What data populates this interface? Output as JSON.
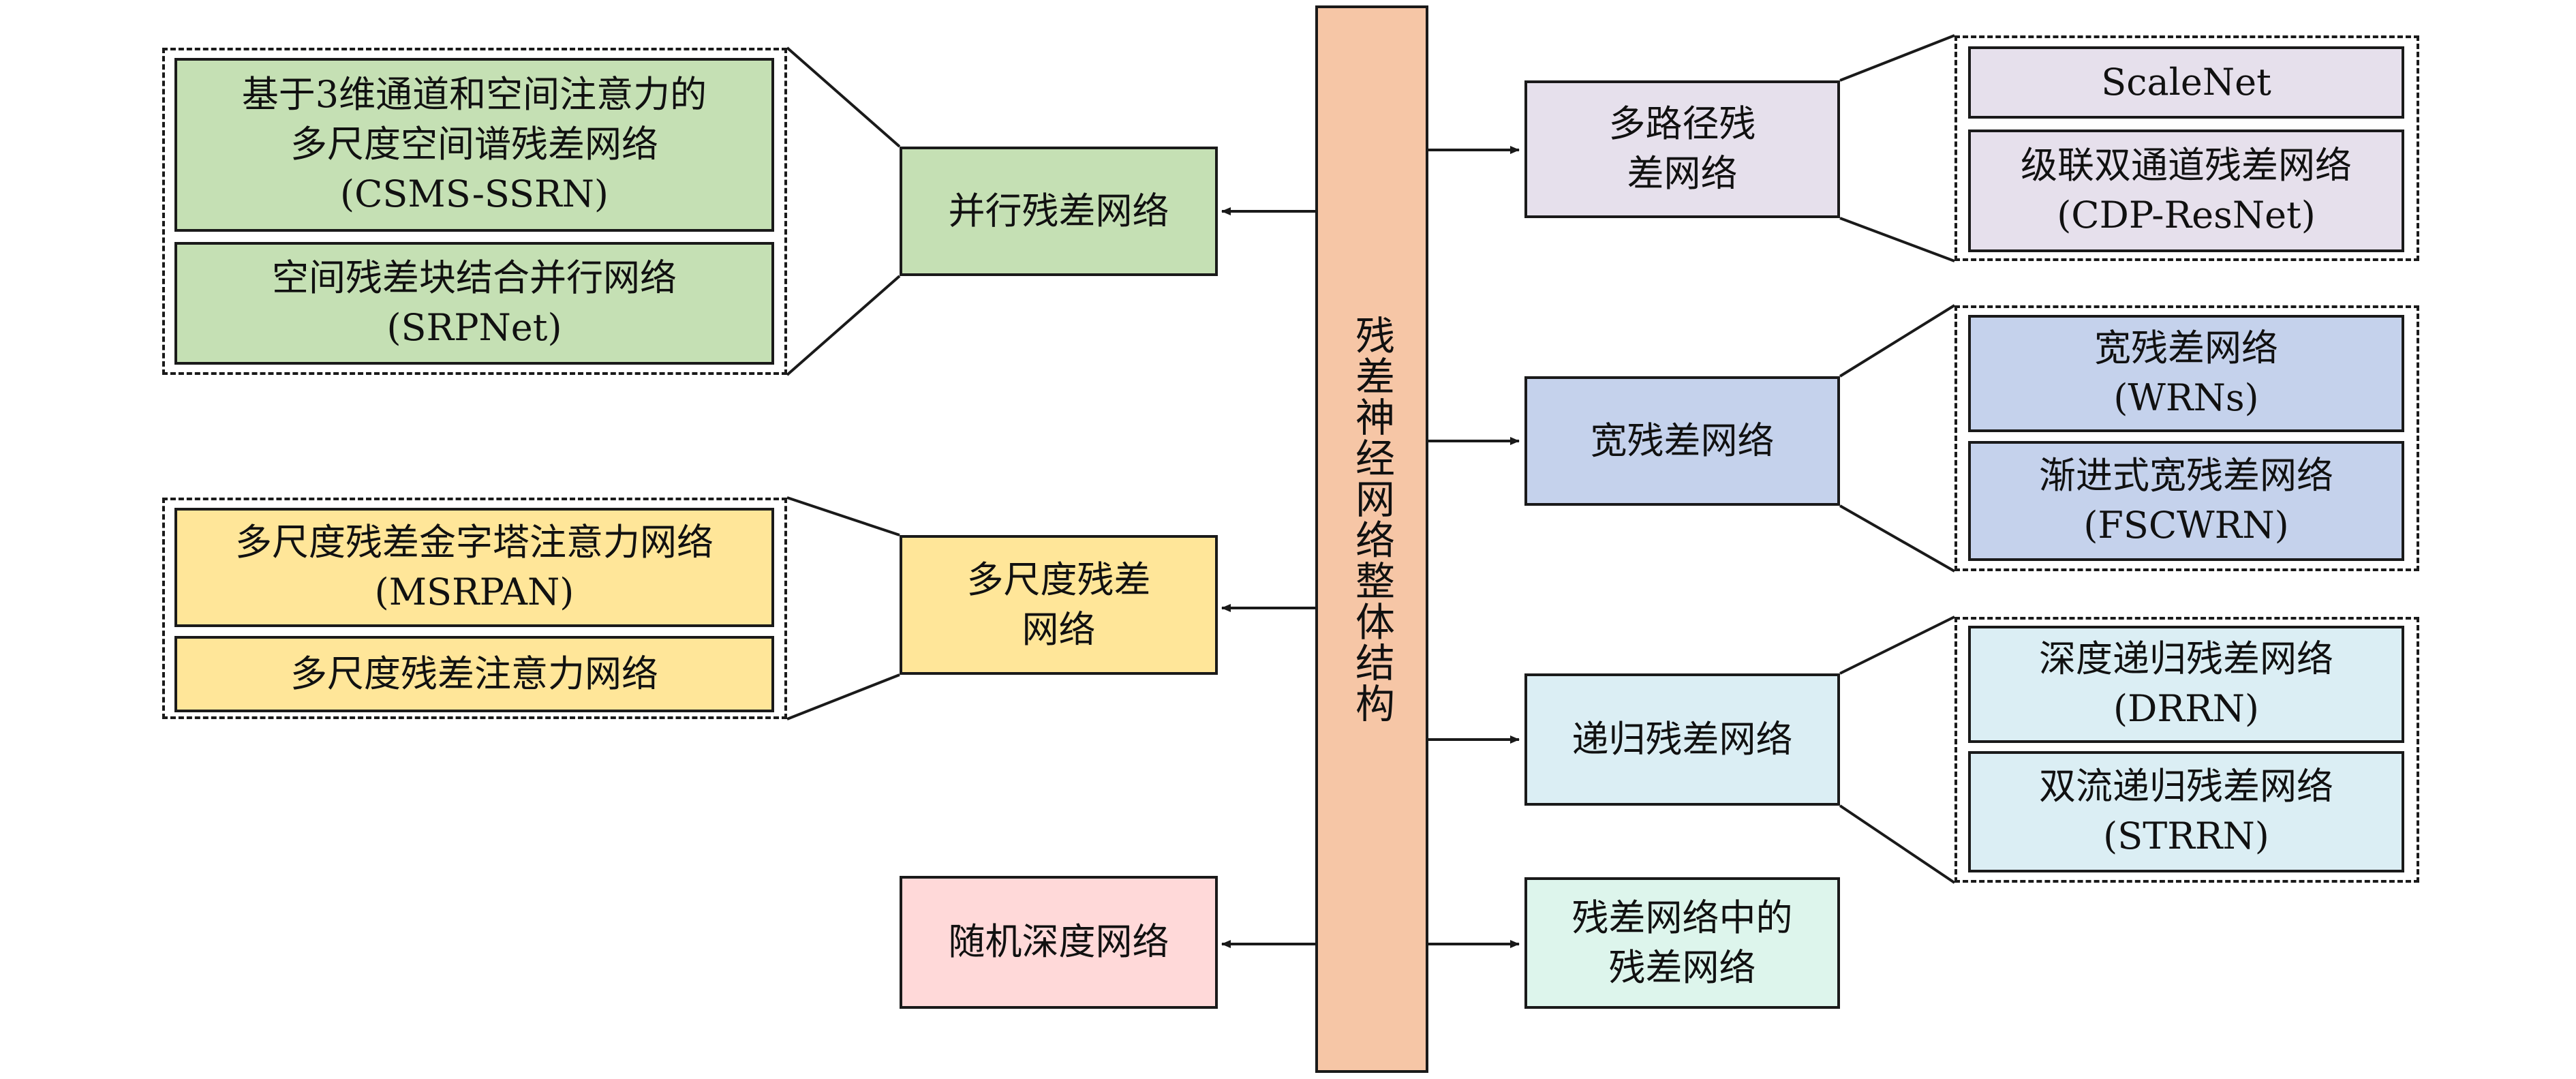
{
  "center": {
    "label": "残差神经网络整体结构"
  },
  "colors": {
    "center": "#f6c6a6",
    "green": "#c5e0b4",
    "yellow": "#ffe699",
    "pink": "#ffd9d9",
    "lavender": "#e6e0ec",
    "blue": "#c5d2ec",
    "lightblue": "#dbeef4",
    "mint": "#ddf5ec"
  },
  "left": {
    "parallel": {
      "label": "并行残差网络",
      "children": [
        {
          "lines": [
            "基于3维通道和空间注意力的",
            "多尺度空间谱残差网络",
            "(CSMS-SSRN)"
          ]
        },
        {
          "lines": [
            "空间残差块结合并行网络",
            "(SRPNet)"
          ]
        }
      ]
    },
    "multiscale": {
      "lines": [
        "多尺度残差",
        "网络"
      ],
      "children": [
        {
          "lines": [
            "多尺度残差金字塔注意力网络",
            "(MSRPAN)"
          ]
        },
        {
          "lines": [
            "多尺度残差注意力网络"
          ]
        }
      ]
    },
    "stochastic": {
      "label": "随机深度网络"
    }
  },
  "right": {
    "multipath": {
      "lines": [
        "多路径残",
        "差网络"
      ],
      "children": [
        {
          "lines": [
            "ScaleNet"
          ]
        },
        {
          "lines": [
            "级联双通道残差网络",
            "(CDP-ResNet)"
          ]
        }
      ]
    },
    "wide": {
      "label": "宽残差网络",
      "children": [
        {
          "lines": [
            "宽残差网络",
            "(WRNs)"
          ]
        },
        {
          "lines": [
            "渐进式宽残差网络",
            "(FSCWRN)"
          ]
        }
      ]
    },
    "recursive": {
      "label": "递归残差网络",
      "children": [
        {
          "lines": [
            "深度递归残差网络",
            "(DRRN)"
          ]
        },
        {
          "lines": [
            "双流递归残差网络",
            "(STRRN)"
          ]
        }
      ]
    },
    "nested": {
      "lines": [
        "残差网络中的",
        "残差网络"
      ]
    }
  }
}
